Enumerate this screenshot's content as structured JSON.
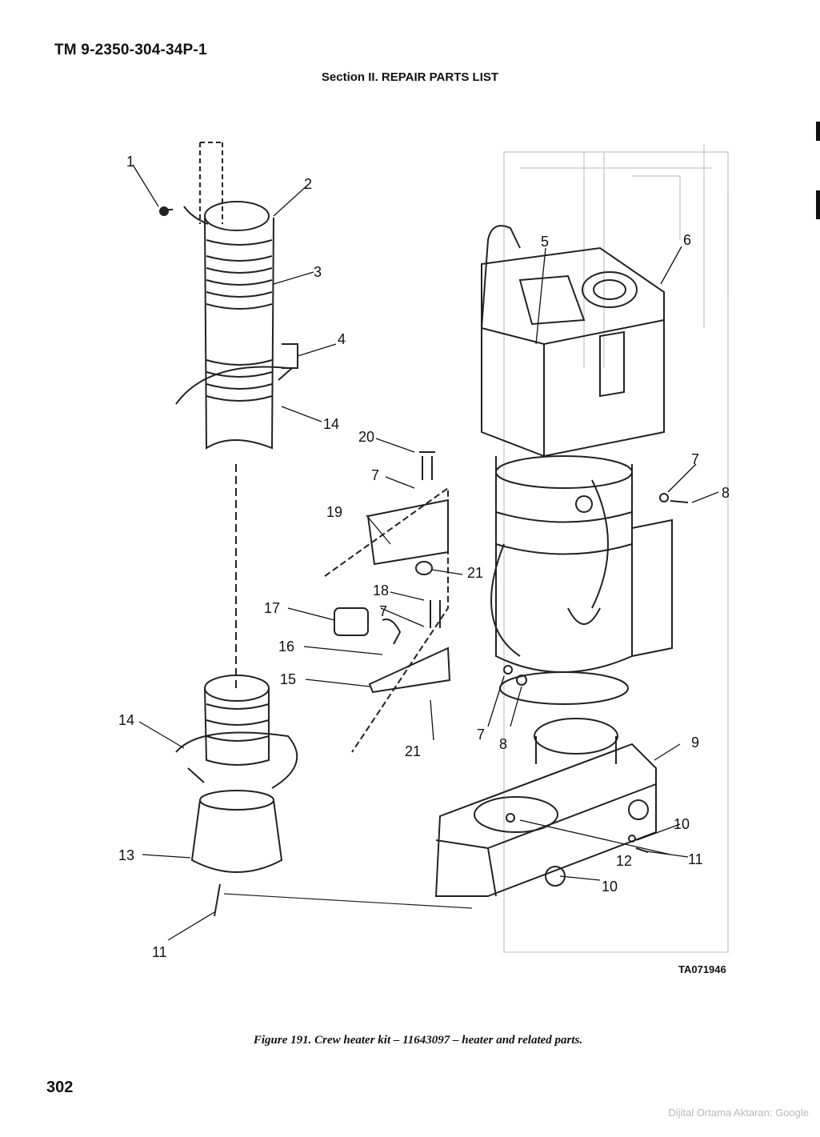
{
  "header": {
    "tm_number": "TM 9-2350-304-34P-1",
    "section_title": "Section II. REPAIR PARTS LIST"
  },
  "figure": {
    "callouts": [
      "1",
      "2",
      "3",
      "4",
      "14",
      "20",
      "7",
      "19",
      "21",
      "18",
      "17",
      "7",
      "16",
      "15",
      "21",
      "5",
      "6",
      "7",
      "8",
      "7",
      "8",
      "14",
      "13",
      "11",
      "9",
      "10",
      "12",
      "11",
      "10"
    ],
    "ta_code": "TA071946",
    "caption": "Figure 191.   Crew heater kit – 11643097 – heater and related parts."
  },
  "footer": {
    "page_number": "302",
    "watermark": "Dijital Ortama Aktaran: Google"
  }
}
